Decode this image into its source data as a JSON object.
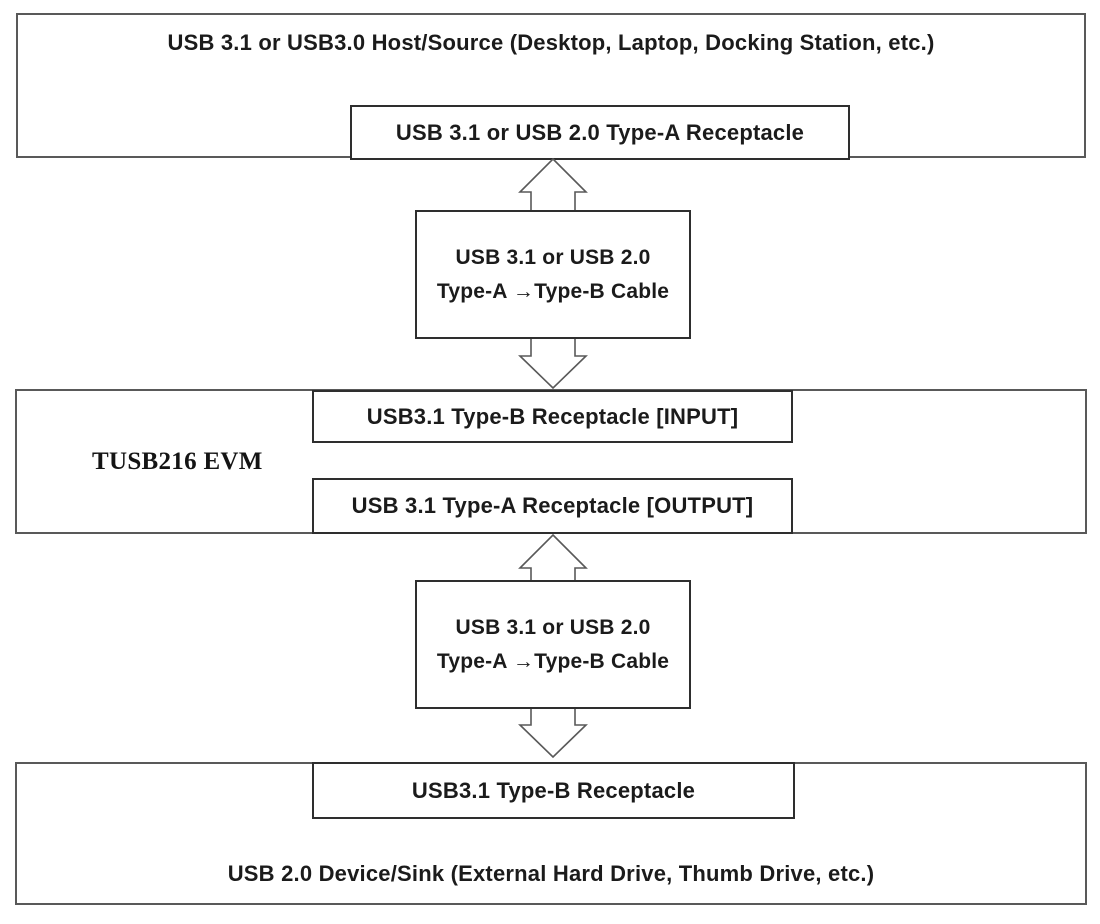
{
  "diagram": {
    "title_semantic": "TUSB216 EVM USB connection setup diagram",
    "host": {
      "label": "USB 3.1 or USB3.0 Host/Source (Desktop, Laptop, Docking Station, etc.)",
      "receptacle": "USB 3.1 or USB 2.0 Type-A Receptacle"
    },
    "cable_top": {
      "line1": "USB 3.1 or USB 2.0",
      "line2": "Type-A →Type-B Cable"
    },
    "evm": {
      "label": "TUSB216 EVM",
      "input_receptacle": "USB3.1 Type-B Receptacle [INPUT]",
      "output_receptacle": "USB 3.1 Type-A Receptacle [OUTPUT]"
    },
    "cable_bottom": {
      "line1": "USB 3.1 or USB 2.0",
      "line2": "Type-A →Type-B Cable"
    },
    "sink": {
      "receptacle": "USB3.1 Type-B Receptacle",
      "label": "USB 2.0 Device/Sink (External Hard Drive, Thumb Drive, etc.)"
    },
    "colors": {
      "outer_border": "#595959",
      "inner_border": "#2e2e2e",
      "arrow_outline": "#595959",
      "arrow_fill": "#ffffff",
      "text": "#1b1b1b",
      "background": "#ffffff"
    },
    "icons": {
      "arrow_top": "up-down-double-arrow",
      "arrow_bottom": "up-down-double-arrow"
    }
  }
}
